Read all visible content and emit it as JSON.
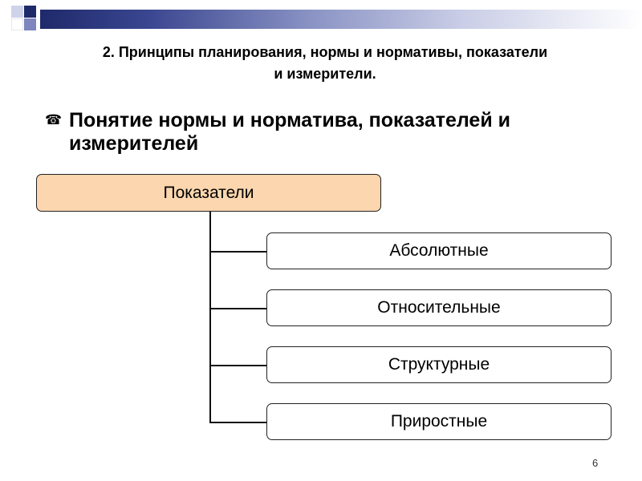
{
  "slide": {
    "heading_line1": "2. Принципы планирования, нормы и нормативы, показатели",
    "heading_line2": "и измерители.",
    "bullet_icon": "telephone-icon",
    "subheading": "Понятие нормы и норматива, показателей и измерителей",
    "page_number": "6"
  },
  "diagram": {
    "root": "Показатели",
    "children": [
      "Абсолютные",
      "Относительные",
      "Структурные",
      "Приростные"
    ]
  },
  "colors": {
    "root_fill": "#fbd6ae",
    "banner_dark": "#1f2a6b",
    "banner_light": "#c9cde6"
  }
}
